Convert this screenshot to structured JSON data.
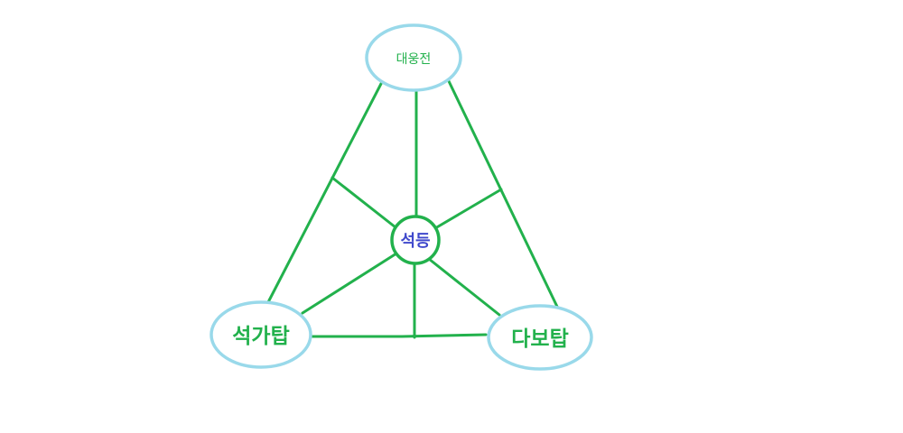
{
  "diagram": {
    "nodes": {
      "top": {
        "label": "대웅전"
      },
      "center": {
        "label": "석등"
      },
      "left": {
        "label": "석가탑"
      },
      "right": {
        "label": "다보탑"
      }
    },
    "colors": {
      "line": "#22b14c",
      "ellipse_border": "#99d9ea",
      "center_border": "#22b14c",
      "center_text": "#3f48cc",
      "outer_text": "#22b14c"
    }
  }
}
